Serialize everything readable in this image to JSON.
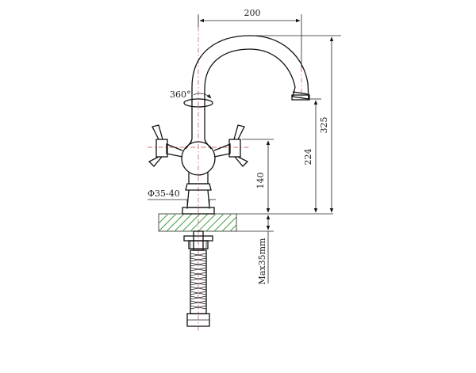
{
  "drawing": {
    "dimensions": {
      "spout_reach": "200",
      "total_height": "325",
      "outlet_height": "224",
      "body_height": "140",
      "rotation": "360°",
      "hole_diameter": "Φ35-40",
      "max_counter_thickness": "Max35mm"
    },
    "colors": {
      "line": "#111111",
      "centerline": "#d04040",
      "counter_hatch": "#3a9a3a"
    }
  }
}
